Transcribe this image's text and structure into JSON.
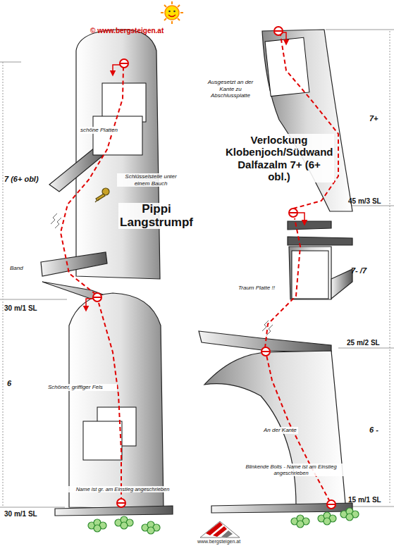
{
  "diagram": {
    "labels": [
      "© www.bergsteigen.at",
      "schöne Platten",
      "7 (6+ obl)",
      "Schlüsselstelle unter einem Bauch",
      "Pippi Langstrumpf",
      "Band",
      "30 m/1 SL",
      "6",
      "Schöner, griffiger Fels",
      "Name ist gr. am Einstieg angeschrieben",
      "30 m/1 SL",
      "Ausgesetzt an der Kante zu Abschlussplatte",
      "7+",
      "Verlockung Klobenjoch/Südwand Dalfazalm 7+ (6+ obl.)",
      "45 m/3 SL",
      "7- /7",
      "Traum Platte !!",
      "25 m/2 SL",
      "6 -",
      "An der Kante",
      "Blinkende Bolts - Name ist am Einstieg angeschrieben",
      "15 m/1 SL",
      "www.bergsteigen.at"
    ]
  }
}
